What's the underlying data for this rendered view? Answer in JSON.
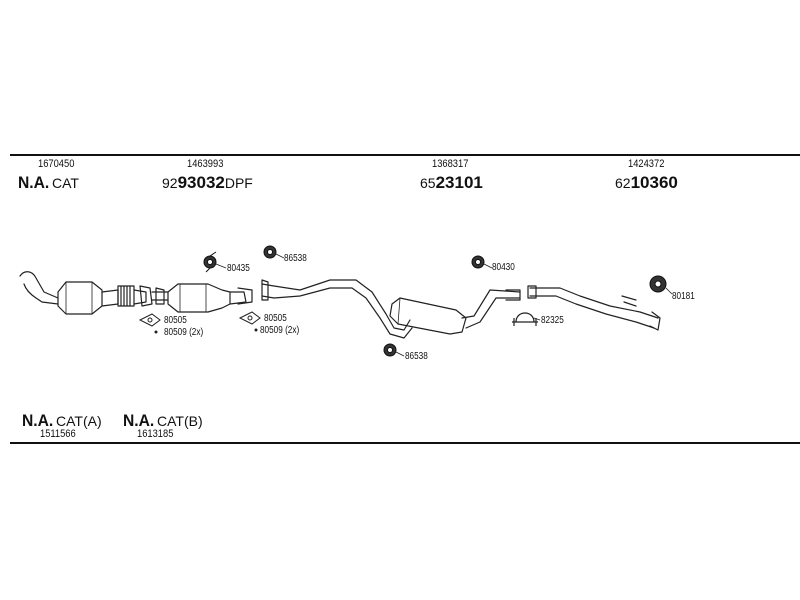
{
  "header": {
    "col1": {
      "part": "1670450",
      "bold": "N.A.",
      "rest": "CAT"
    },
    "col2": {
      "part": "1463993",
      "prefix": "92",
      "main": "93032",
      "suffix": "DPF"
    },
    "col3": {
      "part": "1368317",
      "prefix": "65",
      "main": "23101"
    },
    "col4": {
      "part": "1424372",
      "prefix": "62",
      "main": "10360"
    }
  },
  "labels": {
    "l80435": "80435",
    "l86538_top": "86538",
    "l80430": "80430",
    "l80181": "80181",
    "l82325": "82325",
    "l86538_bottom": "86538",
    "l80505_a": "80505",
    "l80509_a": "80509 (2x)",
    "l80505_b": "80505",
    "l80509_b": "80509 (2x)"
  },
  "footer": {
    "a": {
      "bold": "N.A.",
      "rest": "CAT(A)",
      "part": "1511566"
    },
    "b": {
      "bold": "N.A.",
      "rest": "CAT(B)",
      "part": "1613185"
    }
  }
}
